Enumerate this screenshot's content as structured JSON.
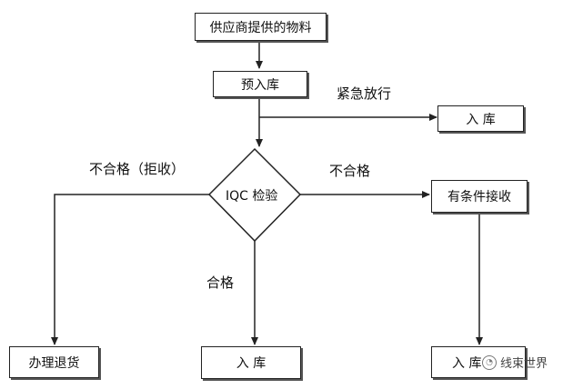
{
  "nodes": {
    "supplier": "供应商提供的物料",
    "pre_storage": "预入库",
    "iqc": "IQC 检验",
    "storage_urgent": "入  库",
    "conditional_accept": "有条件接收",
    "return_process": "办理退货",
    "storage_pass": "入  库",
    "storage_conditional": "入  库"
  },
  "edges": {
    "urgent_release": "紧急放行",
    "fail_reject": "不合格（拒收）",
    "fail": "不合格",
    "pass": "合格"
  },
  "watermark": {
    "text": "线束世界"
  }
}
